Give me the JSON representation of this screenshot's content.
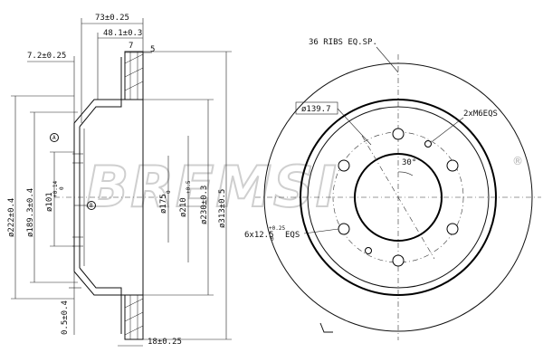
{
  "watermark": {
    "brand": "BREMSI",
    "registered": "®"
  },
  "side_view": {
    "dims": {
      "overall_width": "73±0.25",
      "hat_depth": "48.1±0.3",
      "vent_gap": "7",
      "right_face": "5",
      "left_face": "7.2±0.25",
      "disc_thickness": "18±0.25",
      "runout": "0.5±0.4",
      "dia_222": "ø222±0.4",
      "dia_189": "ø189.3±0.4",
      "dia_101_main": "ø101",
      "dia_101_tol": "+0.14",
      "dia_101_tol_lo": "0",
      "dia_175_main": "ø175",
      "dia_175_tol": "0",
      "dia_175_tol_lo": "-0.5",
      "dia_210_main": "ø210",
      "dia_210_tol": "+0.5",
      "dia_210_tol_lo": "0",
      "dia_230": "ø230±0.3",
      "dia_313": "ø313±0.5"
    },
    "markers": {
      "a": "A",
      "b": "B"
    }
  },
  "front_view": {
    "labels": {
      "ribs": "36 RIBS EQ.SP.",
      "pcd": "ø139.7",
      "threads": "2xM6EQS",
      "angle": "30°",
      "bolts_main": "6x12.5",
      "bolts_tol_hi": "+0.25",
      "bolts_tol_lo": "0",
      "bolts_eqs": "EQS"
    }
  }
}
